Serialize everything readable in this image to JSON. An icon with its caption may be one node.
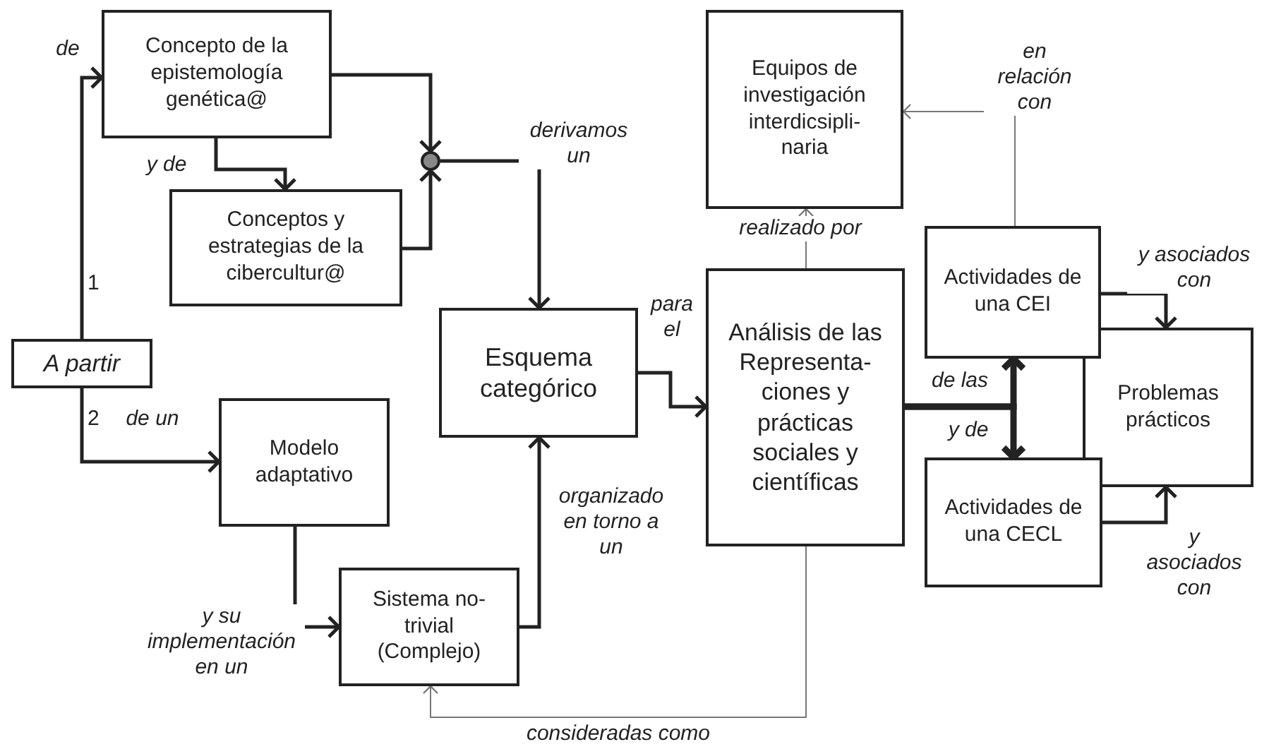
{
  "diagram": {
    "nodes": [
      {
        "text": [
          "A partir"
        ]
      },
      {
        "text": [
          "Concepto de la epistemología genética@"
        ]
      },
      {
        "text": [
          "Conceptos y estrategias de la cibercultur@"
        ]
      },
      {
        "text": [],
        "shape": "circle"
      },
      {
        "text": [
          "Esquema categórico"
        ]
      },
      {
        "text": [
          "Modelo adaptativo"
        ]
      },
      {
        "text": [
          "Sistema no- trivial (Complejo)"
        ]
      },
      {
        "text": [
          "Análisis de las Representa- ciones y prácticas sociales y científicas"
        ]
      },
      {
        "text": [
          "Equipos de investigación interdicsipli- naria"
        ]
      },
      {
        "text": [
          "Actividades de una CEI"
        ]
      },
      {
        "text": [
          "Actividades de una CECL"
        ]
      },
      {
        "text": [
          "Problemas prácticos"
        ]
      }
    ],
    "edges": [
      {
        "from": 0,
        "to": 1,
        "arrow": "to",
        "label": "de"
      },
      {
        "from": 0,
        "to": 5,
        "arrow": "to",
        "label": "de un"
      },
      {
        "from": 1,
        "to": 2,
        "arrow": "to",
        "label": "y de"
      },
      {
        "from": 1,
        "to": 3,
        "arrow": "to"
      },
      {
        "from": 2,
        "to": 3,
        "arrow": "to"
      },
      {
        "from": 3,
        "to": 4,
        "arrow": "to",
        "label": "derivamos un"
      },
      {
        "from": 5,
        "to": 6,
        "arrow": "to",
        "label": "y su implementación en un"
      },
      {
        "from": 6,
        "to": 4,
        "arrow": "to",
        "label": "organizado en torno a un"
      },
      {
        "from": 4,
        "to": 7,
        "arrow": "to",
        "label": "para el"
      },
      {
        "from": 7,
        "to": 8,
        "arrow": "to",
        "label": "realizado por",
        "color": "#777777"
      },
      {
        "from": 9,
        "to": 8,
        "arrow": "to",
        "label": "en relación con",
        "color": "#777777"
      },
      {
        "from": 7,
        "to": 9,
        "arrow": "to",
        "label": "de las",
        "style": "thick"
      },
      {
        "from": 7,
        "to": 10,
        "arrow": "to",
        "label": "y de",
        "style": "thick"
      },
      {
        "from": 9,
        "to": 11,
        "arrow": "to",
        "label": "y asociados con"
      },
      {
        "from": 10,
        "to": 11,
        "arrow": "to",
        "label": "y asociados con"
      },
      {
        "from": 7,
        "to": 6,
        "arrow": "to",
        "label": "consideradas como",
        "color": "#777777"
      }
    ],
    "labels": [
      "1",
      "2"
    ]
  }
}
